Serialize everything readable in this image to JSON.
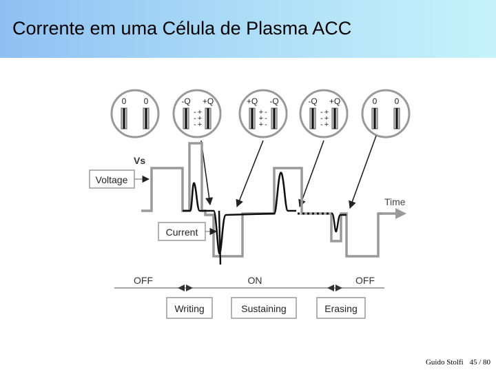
{
  "slide": {
    "title": "Corrente em uma Célula de Plasma ACC"
  },
  "diagram": {
    "cells": [
      {
        "left": "0",
        "right": "0",
        "left_signs": [
          "",
          "",
          ""
        ],
        "right_signs": [
          "",
          "",
          ""
        ]
      },
      {
        "left": "-Q",
        "right": "+Q",
        "left_signs": [
          "-",
          "-",
          "-"
        ],
        "right_signs": [
          "+",
          "+",
          "+"
        ]
      },
      {
        "left": "+Q",
        "right": "-Q",
        "left_signs": [
          "+",
          "+",
          "+"
        ],
        "right_signs": [
          "-",
          "-",
          "-"
        ]
      },
      {
        "left": "-Q",
        "right": "+Q",
        "left_signs": [
          "-",
          "-",
          "-"
        ],
        "right_signs": [
          "+",
          "+",
          "+"
        ]
      },
      {
        "left": "0",
        "right": "0",
        "left_signs": [
          "",
          "",
          ""
        ],
        "right_signs": [
          "",
          "",
          ""
        ]
      }
    ],
    "vs_label": "Vs",
    "voltage_label": "Voltage",
    "current_label": "Current",
    "time_label": "Time",
    "states": {
      "off_left": "OFF",
      "on": "ON",
      "off_right": "OFF"
    },
    "phases": {
      "writing": "Writing",
      "sustaining": "Sustaining",
      "erasing": "Erasing"
    }
  },
  "footer": {
    "author": "Guido Stolfi",
    "page": "45 / 80"
  }
}
